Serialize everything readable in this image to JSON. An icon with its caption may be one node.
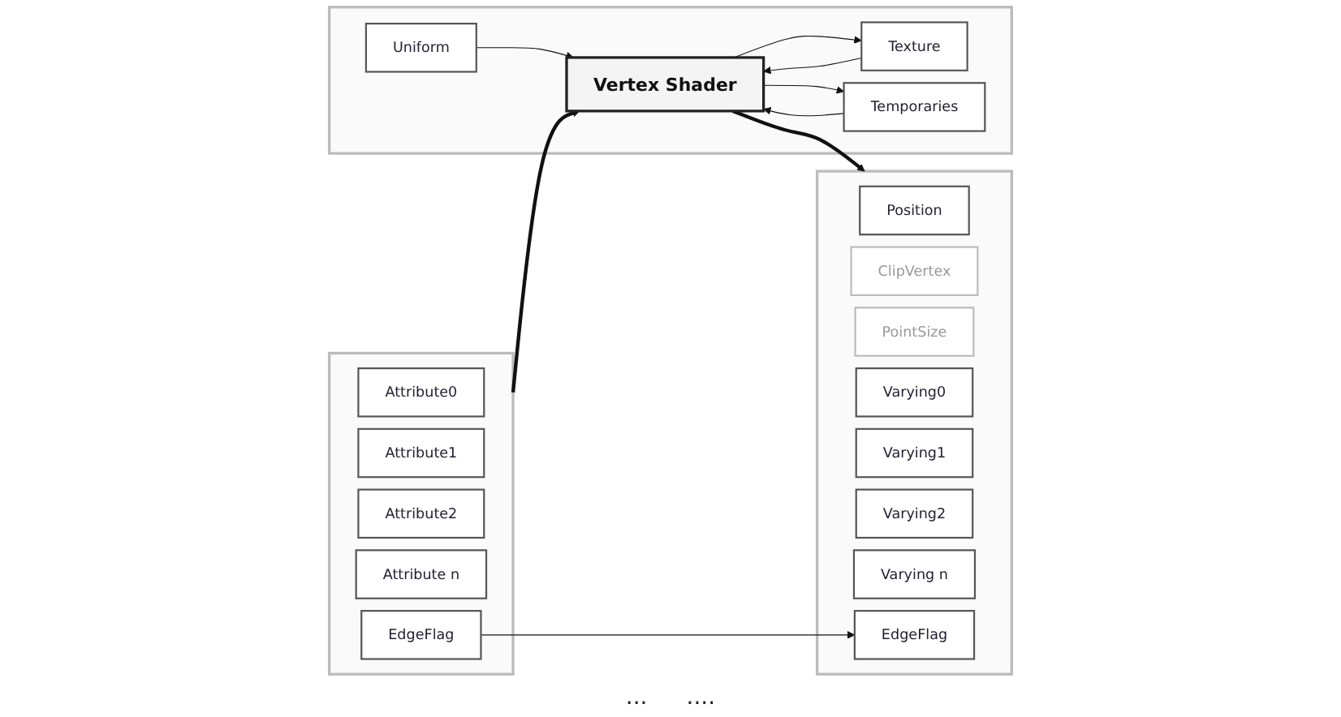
{
  "diagram": {
    "nodes": [
      {
        "text": [],
        "shape": "box"
      },
      {
        "text": [
          "Attribute0"
        ],
        "in": 0
      },
      {
        "text": [
          "Attribute1"
        ],
        "in": 0
      },
      {
        "text": [
          "Attribute2"
        ],
        "in": 0
      },
      {
        "text": [
          "Attribute n"
        ],
        "in": 0
      },
      {
        "text": [
          "EdgeFlag"
        ],
        "in": 0
      },
      {
        "text": [],
        "shape": "box"
      },
      {
        "text": [
          "Uniform"
        ],
        "in": 6
      },
      {
        "text": [
          "Texture"
        ],
        "in": 6
      },
      {
        "text": [
          "Vertex Shader"
        ],
        "in": 6
      },
      {
        "text": [
          "Temporaries"
        ],
        "in": 6
      },
      {
        "text": [],
        "shape": "box"
      },
      {
        "text": [
          "Position"
        ],
        "in": 11
      },
      {
        "text": [
          "ClipVertex"
        ],
        "in": 11
      },
      {
        "text": [
          "PointSize"
        ],
        "in": 11
      },
      {
        "text": [
          "Varying0"
        ],
        "in": 11
      },
      {
        "text": [
          "Varying1"
        ],
        "in": 11
      },
      {
        "text": [
          "Varying2"
        ],
        "in": 11
      },
      {
        "text": [
          "Varying n"
        ],
        "in": 11
      },
      {
        "text": [
          "EdgeFlag"
        ],
        "in": 11
      }
    ],
    "edges": [
      {
        "from": 0,
        "to": 9,
        "arrow": "to",
        "style": "thick"
      },
      {
        "from": 9,
        "to": 11,
        "arrow": "to",
        "style": "thick"
      },
      {
        "from": 7,
        "to": 9,
        "arrow": "to"
      },
      {
        "from": 9,
        "to": 8,
        "arrow": "to"
      },
      {
        "from": 8,
        "to": 9,
        "arrow": "to"
      },
      {
        "from": 9,
        "to": 10,
        "arrow": "to"
      },
      {
        "from": 10,
        "to": 9,
        "arrow": "to"
      },
      {
        "from": 5,
        "to": 19,
        "arrow": "to"
      }
    ],
    "labels": [
      "...",
      "...."
    ]
  }
}
